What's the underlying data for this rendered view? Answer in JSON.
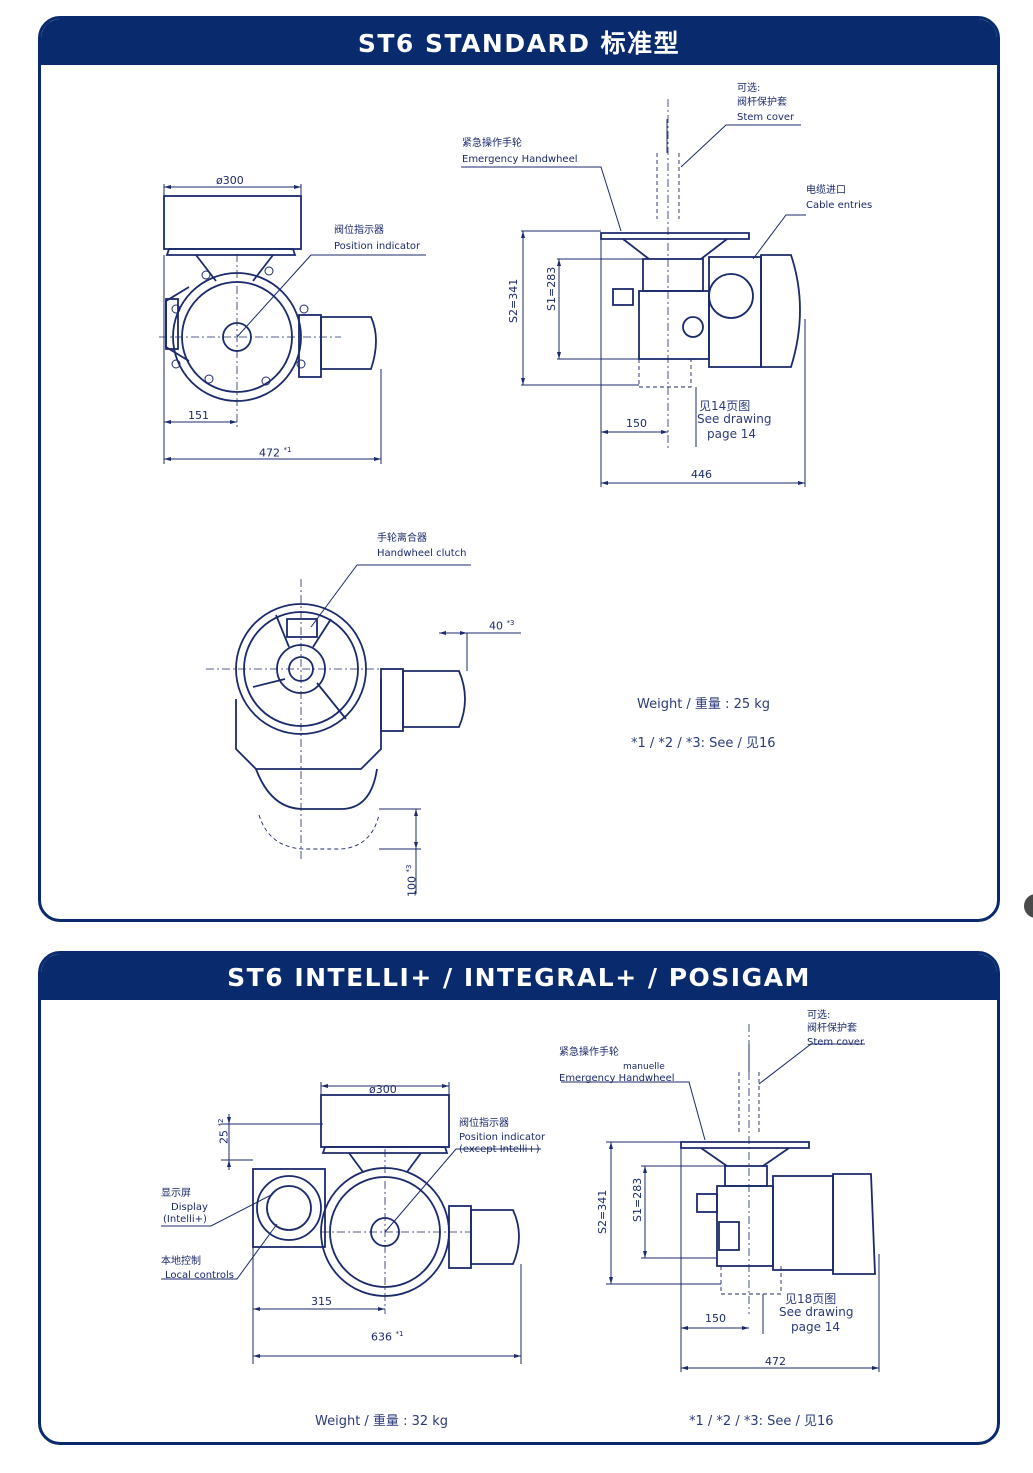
{
  "standard": {
    "title": "ST6 STANDARD 标准型",
    "top_view": {
      "dia": "ø300",
      "pos_cn": "阀位指示器",
      "pos_en": "Position indicator",
      "dim_151": "151",
      "dim_472": "472",
      "dim_472_sup": "*1"
    },
    "side_view": {
      "stem_cn1": "可选:",
      "stem_cn2": "阀杆保护套",
      "stem_en": "Stem cover",
      "hw_cn": "紧急操作手轮",
      "hw_en": "Emergency Handwheel",
      "cable_cn": "电缆进口",
      "cable_en": "Cable entries",
      "s2": "S2=341",
      "s1": "S1=283",
      "dim_150": "150",
      "dim_446": "446",
      "see_cn": "见14页图",
      "see_en1": "See drawing",
      "see_en2": "page 14"
    },
    "front_view": {
      "clutch_cn": "手轮离合器",
      "clutch_en": "Handwheel clutch",
      "dim_40": "40",
      "dim_40_sup": "*3",
      "dim_100": "100",
      "dim_100_sup": "*3"
    },
    "weight": "Weight / 重量 : 25 kg",
    "footnote": "*1 / *2 / *3: See / 见16"
  },
  "intelli": {
    "title": "ST6 INTELLI+ / INTEGRAL+ / POSIGAM",
    "top_view": {
      "dia": "ø300",
      "pos_cn": "阀位指示器",
      "pos_en1": "Position indicator",
      "pos_en2": "(except Intelli+)",
      "dim_25": "25",
      "dim_25_sup": "*2",
      "disp_cn": "显示屏",
      "disp_en1": "Display",
      "disp_en2": "(Intelli+)",
      "local_cn": "本地控制",
      "local_en": "Local controls",
      "dim_315": "315",
      "dim_636": "636",
      "dim_636_sup": "*1"
    },
    "side_view": {
      "stem_cn1": "可选:",
      "stem_cn2": "阀杆保护套",
      "stem_en": "Stem cover",
      "hw_cn": "紧急操作手轮",
      "hw_fr": "manuelle",
      "hw_en": "Emergency Handwheel",
      "s2": "S2=341",
      "s1": "S1=283",
      "dim_150": "150",
      "dim_472": "472",
      "see_cn": "见18页图",
      "see_en1": "See drawing",
      "see_en2": "page 14"
    },
    "weight": "Weight / 重量 : 32 kg",
    "footnote": "*1 / *2 / *3: See / 见16"
  }
}
